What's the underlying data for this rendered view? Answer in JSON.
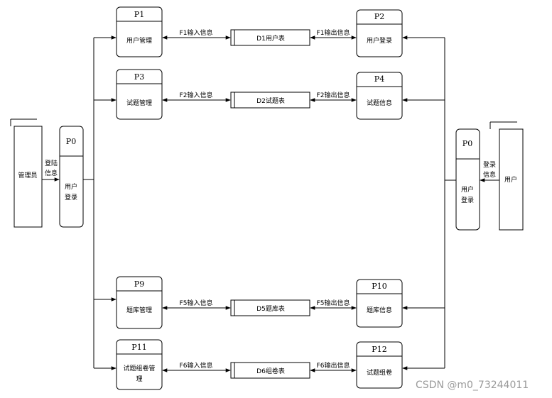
{
  "entities": {
    "admin": "管理员",
    "user": "用户"
  },
  "processes": {
    "p0_left": {
      "id": "P0",
      "label": [
        "用户",
        "登录"
      ]
    },
    "p0_right": {
      "id": "P0",
      "label": [
        "用户",
        "登录"
      ]
    },
    "p1": {
      "id": "P1",
      "label": [
        "用户管理"
      ]
    },
    "p2": {
      "id": "P2",
      "label": [
        "用户登录"
      ]
    },
    "p3": {
      "id": "P3",
      "label": [
        "试题管理"
      ]
    },
    "p4": {
      "id": "P4",
      "label": [
        "试题信息"
      ]
    },
    "p9": {
      "id": "P9",
      "label": [
        "题库管理"
      ]
    },
    "p10": {
      "id": "P10",
      "label": [
        "题库信息"
      ]
    },
    "p11": {
      "id": "P11",
      "label": [
        "试题组卷管",
        "理"
      ]
    },
    "p12": {
      "id": "P12",
      "label": [
        "试题组卷"
      ]
    }
  },
  "stores": {
    "d1": "D1用户表",
    "d2": "D2试题表",
    "d5": "D5题库表",
    "d6": "D6组卷表"
  },
  "flows": {
    "login_left": [
      "登陆",
      "信息"
    ],
    "login_right": [
      "登录",
      "信息"
    ],
    "f1_in": "F1输入信息",
    "f1_out": "F1输出信息",
    "f2_in": "F2输入信息",
    "f2_out": "F2输出信息",
    "f5_in": "F5输入信息",
    "f5_out": "F5输出信息",
    "f6_in": "F6输入信息",
    "f6_out": "F6输出信息"
  },
  "watermark": "CSDN @m0_73244011"
}
